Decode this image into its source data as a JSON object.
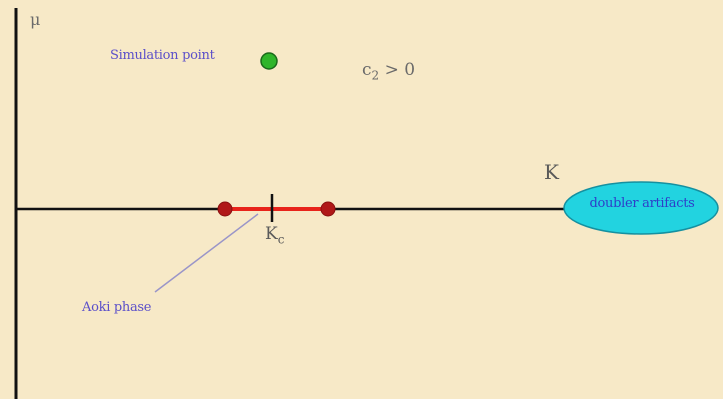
{
  "axis": {
    "vertical_label": "μ",
    "horizontal_label": "K"
  },
  "simulation": {
    "label": "Simulation point"
  },
  "condition": {
    "symbol": "c",
    "subscript": "2",
    "relation": " > 0"
  },
  "critical": {
    "symbol": "K",
    "subscript": "c"
  },
  "aoki": {
    "label": "Aoki phase"
  },
  "doubler": {
    "label": "doubler artifacts"
  },
  "colors": {
    "background": "#f7e9c7",
    "axis": "#111111",
    "aoki_segment": "#e8241b",
    "endpoint": "#b01818",
    "simulation_point": "#2fb52a",
    "doubler_fill": "#22d3e0",
    "label_blue": "#5b4fc9",
    "pointer_line": "#9a95c8"
  }
}
